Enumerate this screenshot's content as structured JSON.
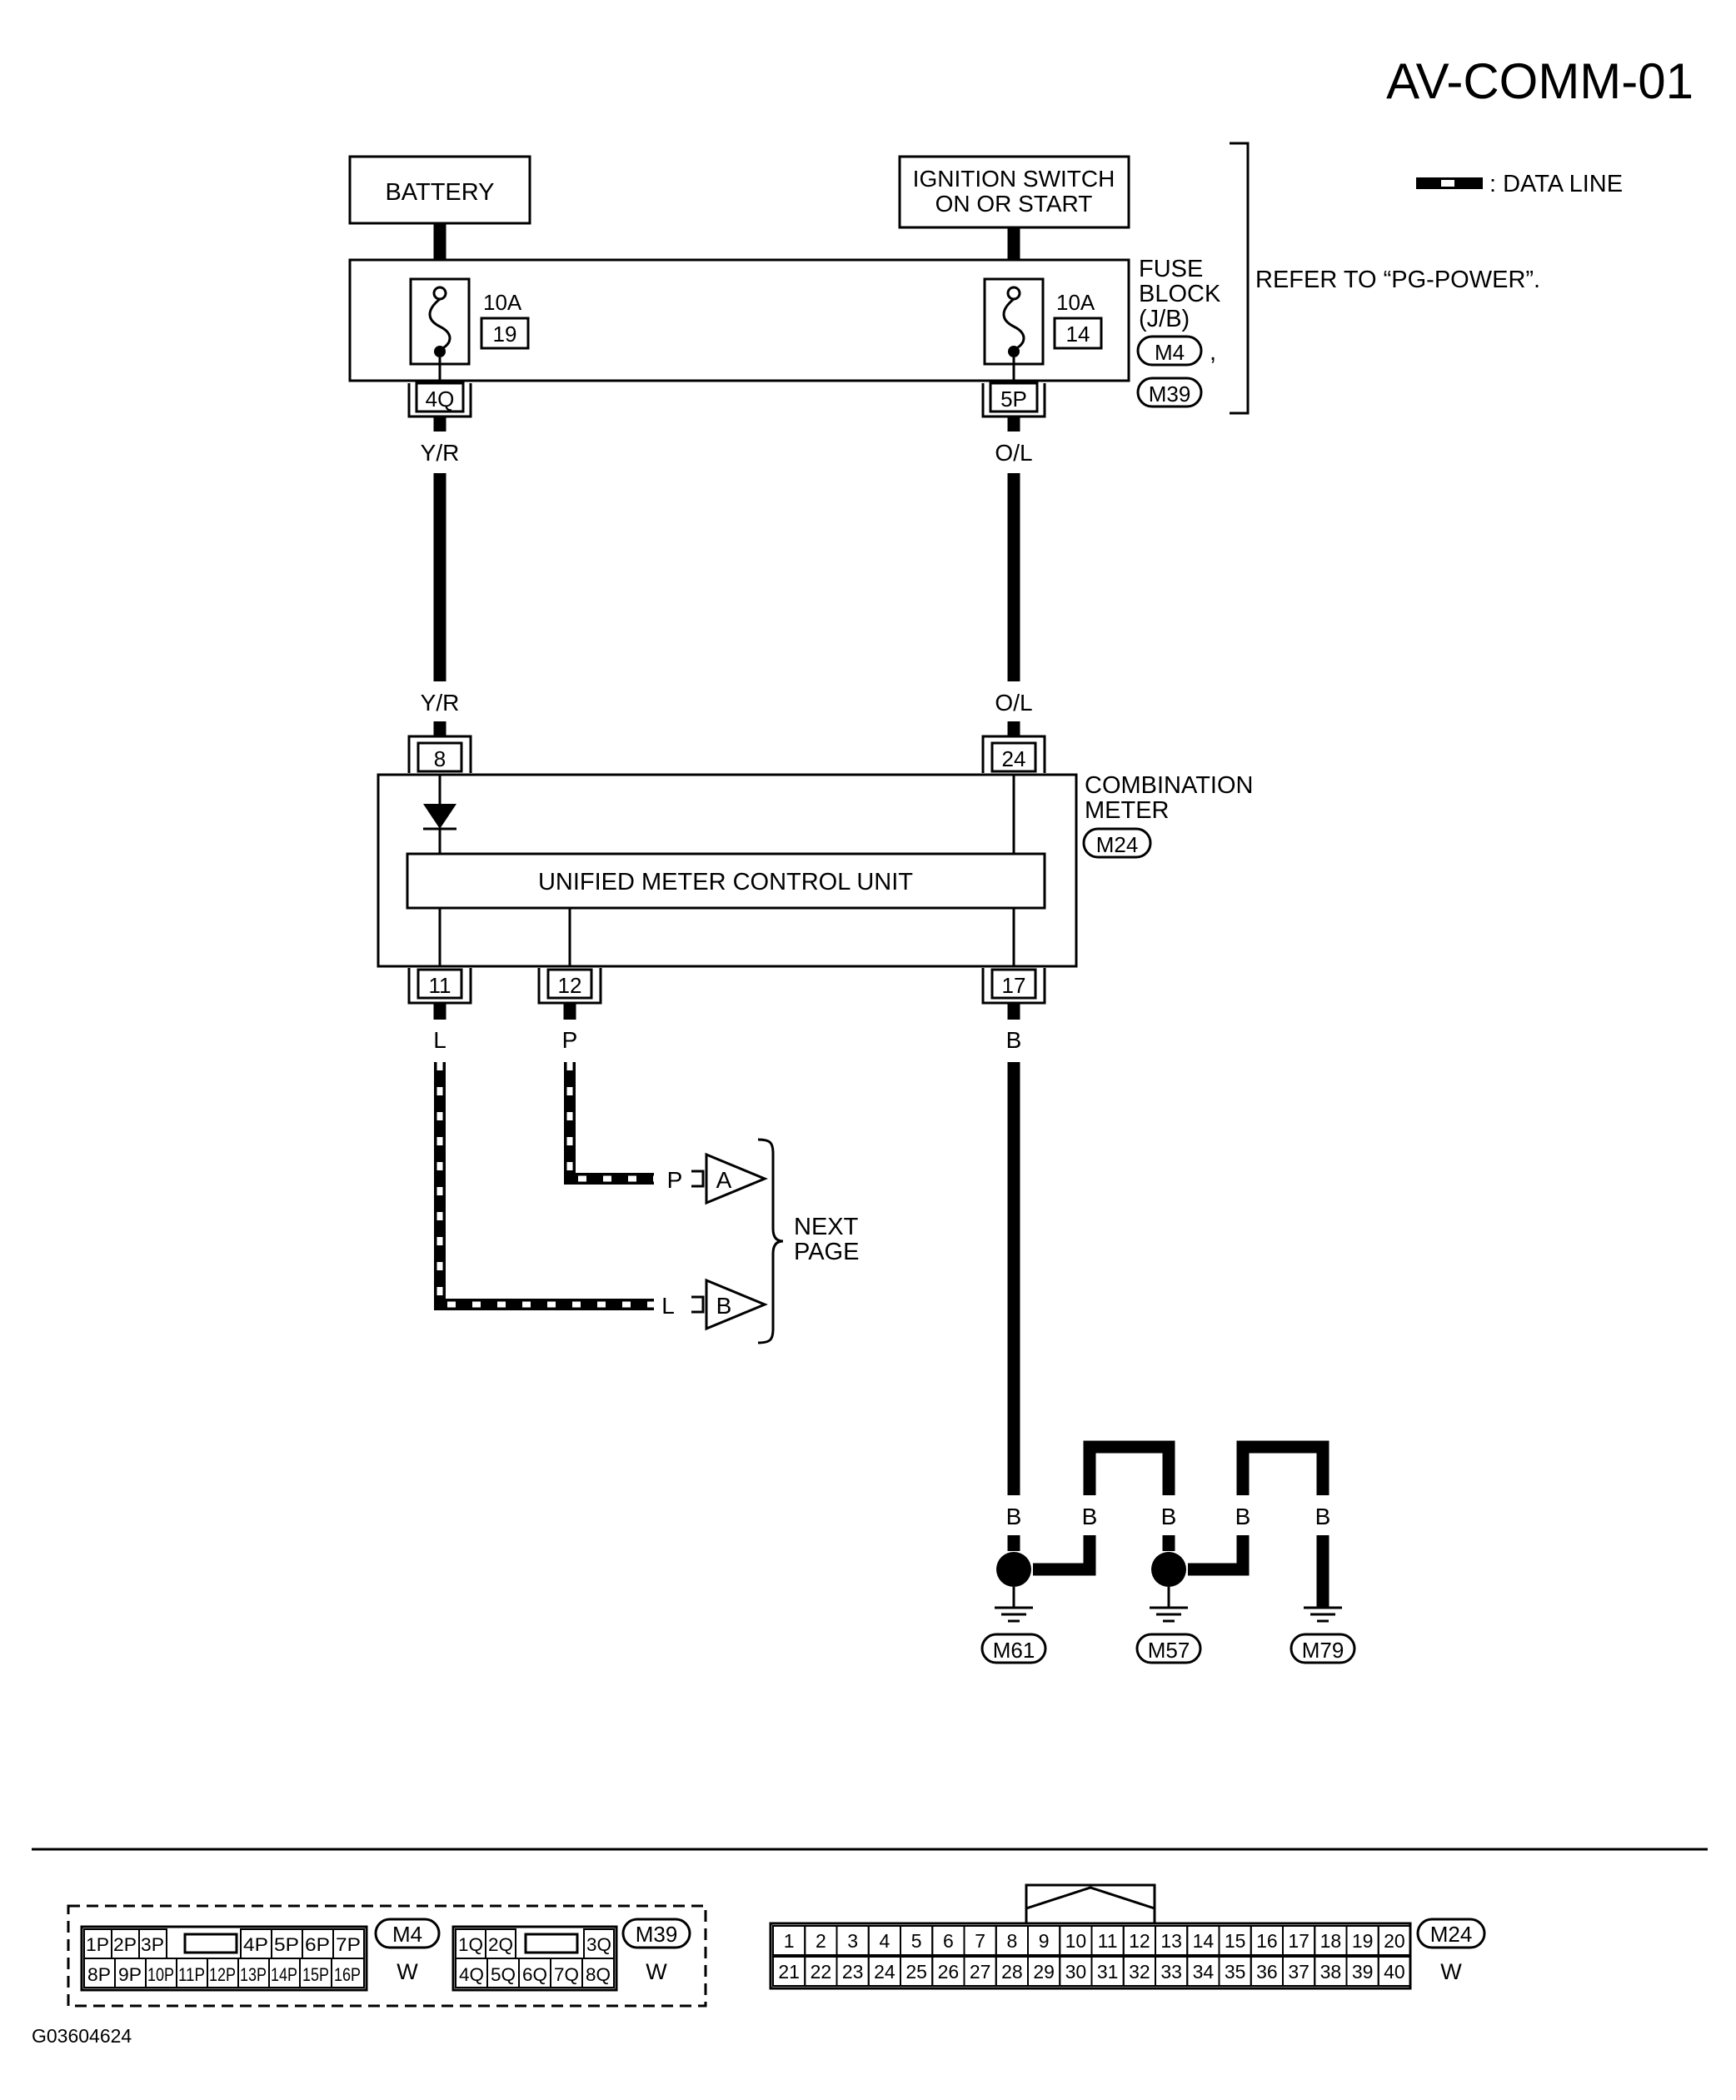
{
  "page_id": "AV-COMM-01",
  "legend": {
    "data_line": ": DATA LINE"
  },
  "battery": "BATTERY",
  "ignition": [
    "IGNITION SWITCH",
    "ON OR START"
  ],
  "fuse_block": {
    "label": [
      "FUSE",
      "BLOCK",
      "(J/B)"
    ],
    "connectors": [
      "M4",
      "M39"
    ],
    "separator": ",",
    "refer": "REFER TO “PG-POWER”.",
    "fuses": [
      {
        "amp": "10A",
        "number": "19",
        "terminal": "4Q",
        "wire": "Y/R"
      },
      {
        "amp": "10A",
        "number": "14",
        "terminal": "5P",
        "wire": "O/L"
      }
    ]
  },
  "combination_meter": {
    "label": [
      "COMBINATION",
      "METER"
    ],
    "connector": "M24",
    "unit": "UNIFIED METER CONTROL UNIT",
    "top_terminals": [
      {
        "pin": "8",
        "wire": "Y/R"
      },
      {
        "pin": "24",
        "wire": "O/L"
      }
    ],
    "bottom_terminals": [
      {
        "pin": "11",
        "wire": "L"
      },
      {
        "pin": "12",
        "wire": "P"
      },
      {
        "pin": "17",
        "wire": "B"
      }
    ]
  },
  "next_page": {
    "label": [
      "NEXT",
      "PAGE"
    ],
    "links": [
      {
        "wire": "P",
        "tag": "A"
      },
      {
        "wire": "L",
        "tag": "B"
      }
    ]
  },
  "grounds": {
    "wire": "B",
    "labels": [
      "M61",
      "M57",
      "M79"
    ]
  },
  "connector_views": {
    "m4": {
      "id": "M4",
      "color": "W",
      "row1": [
        "1P",
        "2P",
        "3P",
        "4P",
        "5P",
        "6P",
        "7P"
      ],
      "row2": [
        "8P",
        "9P",
        "10P",
        "11P",
        "12P",
        "13P",
        "14P",
        "15P",
        "16P"
      ]
    },
    "m39": {
      "id": "M39",
      "color": "W",
      "row1": [
        "1Q",
        "2Q",
        "3Q"
      ],
      "row2": [
        "4Q",
        "5Q",
        "6Q",
        "7Q",
        "8Q"
      ]
    },
    "m24": {
      "id": "M24",
      "color": "W",
      "row1": [
        "1",
        "2",
        "3",
        "4",
        "5",
        "6",
        "7",
        "8",
        "9",
        "10",
        "11",
        "12",
        "13",
        "14",
        "15",
        "16",
        "17",
        "18",
        "19",
        "20"
      ],
      "row2": [
        "21",
        "22",
        "23",
        "24",
        "25",
        "26",
        "27",
        "28",
        "29",
        "30",
        "31",
        "32",
        "33",
        "34",
        "35",
        "36",
        "37",
        "38",
        "39",
        "40"
      ]
    }
  },
  "figure_id": "G03604624"
}
